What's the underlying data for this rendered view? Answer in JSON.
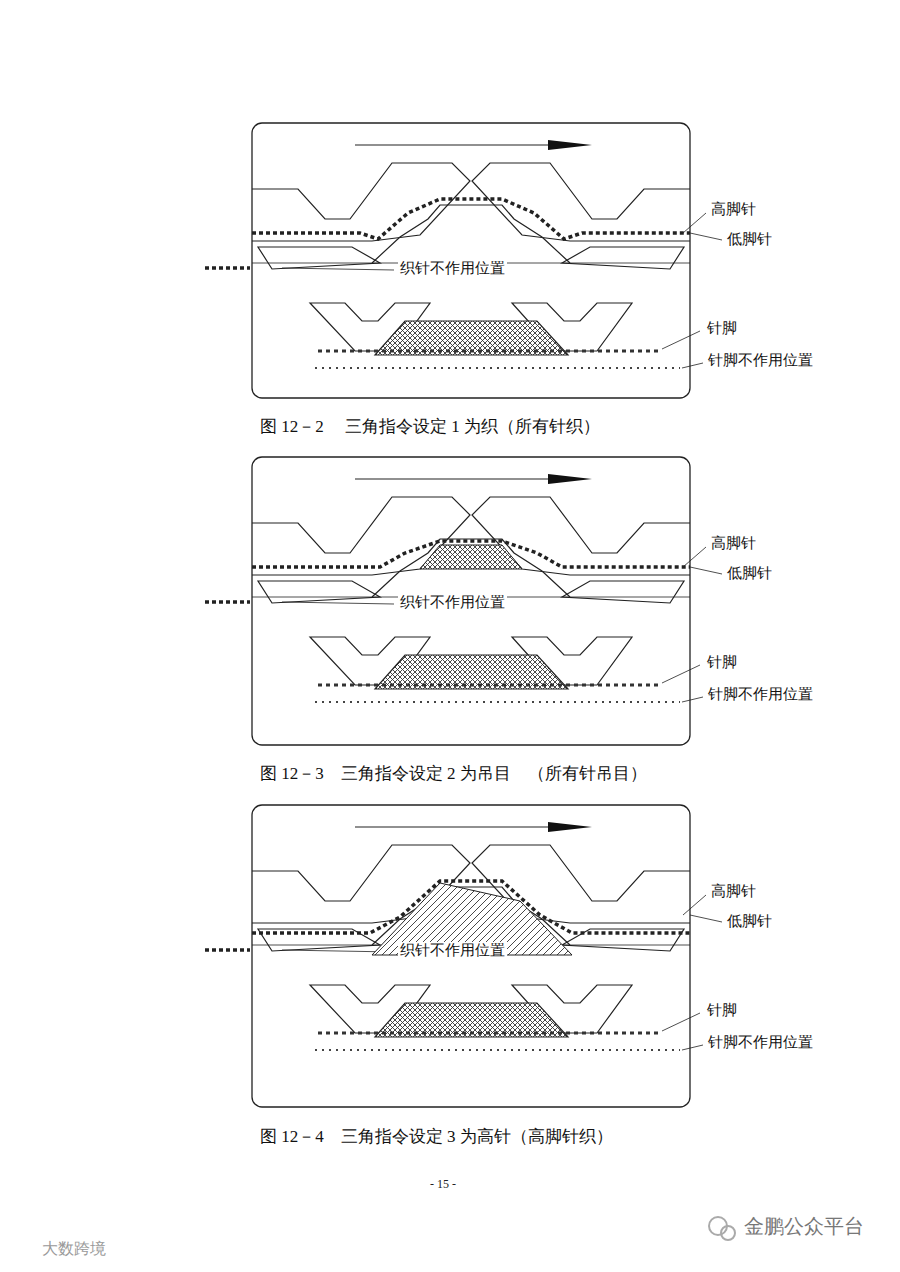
{
  "diagram": {
    "labels": [
      "高脚针",
      "低脚针",
      "织针不作用位置",
      "针脚",
      "针脚不作用位置",
      "图 12－2　 三角指令设定 1 为织（所有针织）",
      "高脚针",
      "低脚针",
      "织针不作用位置",
      "针脚",
      "针脚不作用位置",
      "图 12－3　三角指令设定 2 为吊目　（所有针吊目）",
      "高脚针",
      "低脚针",
      "织针不作用位置",
      "针脚",
      "针脚不作用位置",
      "图 12－4　三角指令设定 3 为高针（高脚针织）",
      "- 15 -",
      "金鹏公众平台",
      "大数跨境"
    ]
  }
}
